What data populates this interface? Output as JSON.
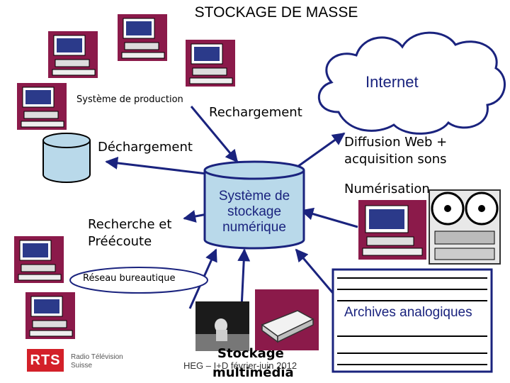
{
  "title": "STOCKAGE DE MASSE",
  "cloud": {
    "label": "Internet"
  },
  "labels": {
    "production": "Système de production",
    "rechargement": "Rechargement",
    "dechargement": "Déchargement",
    "diffusion_line1": "Diffusion Web +",
    "diffusion_line2": "acquisition sons",
    "numerisation": "Numérisation",
    "recherche_line1": "Recherche et",
    "recherche_line2": "Préécoute",
    "reseau": "Réseau bureautique",
    "stockage_line1": "Stockage",
    "stockage_line2": "multimédia"
  },
  "center": {
    "line1": "Système de",
    "line2": "stockage",
    "line3": "numérique"
  },
  "archives": {
    "label": "Archives analogiques"
  },
  "footer": {
    "text": "HEG – I+D        février-juin 2012"
  },
  "logo": {
    "name": "RTS",
    "line1": "Radio Télévision",
    "line2": "Suisse"
  },
  "colors": {
    "accent": "#1a237e",
    "pc_frame": "#8b1a4a",
    "cylinder": "#b9d9ea",
    "logo_red": "#d32029"
  }
}
